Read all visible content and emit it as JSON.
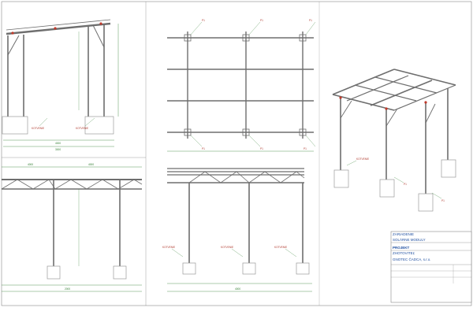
{
  "colors": {
    "steel": "#6e6e6e",
    "dimension": "#2f7d2f",
    "bolt": "#c0392b",
    "red_text": "#b03a2e",
    "title_blue": "#1f4fa0",
    "frame": "#888888",
    "footing": "#9a9a9a"
  },
  "callouts": {
    "anchor": "KOTVENIE",
    "plate": "P1",
    "dim_150": "150",
    "dim_300": "300",
    "dim_1000": "1000",
    "dim_2000": "2000",
    "dim_3000": "3000",
    "dim_4000": "4000"
  },
  "title_block": {
    "heading": "ZARIADENIE",
    "project_line": "SOLÁRNE MODULY",
    "stamp": "PROJEKT",
    "company_role": "ZHOTOVITEĽ",
    "company": "GNOTEC ČADCA, s.r.o."
  }
}
